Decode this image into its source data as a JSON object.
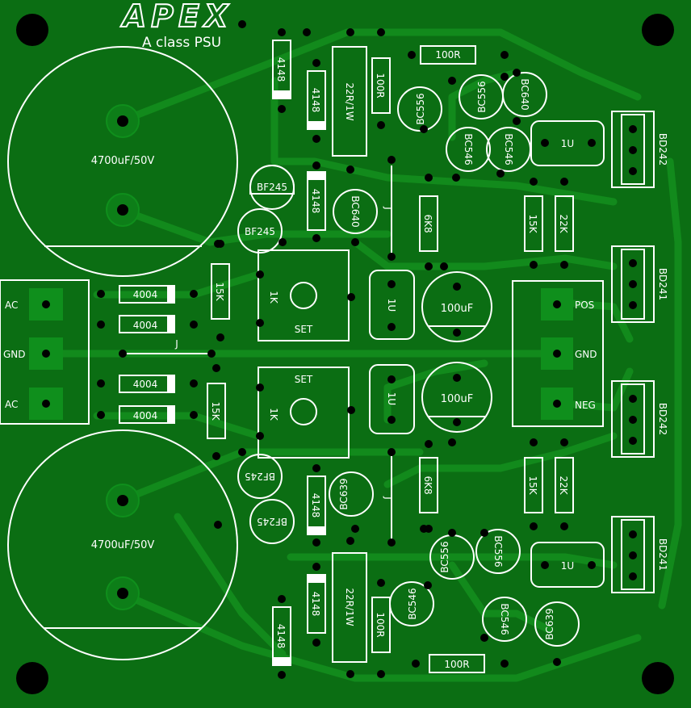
{
  "board": {
    "brand": "APEX",
    "subtitle": "A class PSU",
    "background": "#0b6e13",
    "silkscreen_color": "#ffffff"
  },
  "capacitors_large": [
    "4700uF/50V",
    "4700uF/50V"
  ],
  "electrolytics": [
    "100uF",
    "100uF"
  ],
  "film_caps": [
    "1U",
    "1U",
    "1U",
    "1U"
  ],
  "trimmers": [
    {
      "value": "1K",
      "label": "SET"
    },
    {
      "value": "1K",
      "label": "SET"
    }
  ],
  "jumpers": [
    "J",
    "J",
    "J"
  ],
  "diodes": [
    "4004",
    "4004",
    "4004",
    "4004"
  ],
  "signal_diodes": [
    "4148",
    "4148",
    "4148",
    "4148",
    "4148",
    "4148"
  ],
  "resistors": {
    "r100": [
      "100R",
      "100R",
      "100R",
      "100R"
    ],
    "r22": [
      "22R/1W",
      "22R/1W"
    ],
    "r15k": [
      "15K",
      "15K",
      "15K",
      "15K"
    ],
    "r22k": [
      "22K",
      "22K"
    ],
    "r6k8": [
      "6K8",
      "6K8"
    ]
  },
  "transistors": [
    "BF245",
    "BF245",
    "BF245",
    "BF245",
    "BC640",
    "BC640",
    "BC556",
    "BC556",
    "BC556",
    "BC556",
    "BC546",
    "BC546",
    "BC546",
    "BC546",
    "BC639",
    "BC639"
  ],
  "power_transistors": [
    "BD242",
    "BD241",
    "BD242",
    "BD241"
  ],
  "terminal_input": [
    "AC",
    "GND",
    "AC"
  ],
  "terminal_output": [
    "POS",
    "GND",
    "NEG"
  ]
}
